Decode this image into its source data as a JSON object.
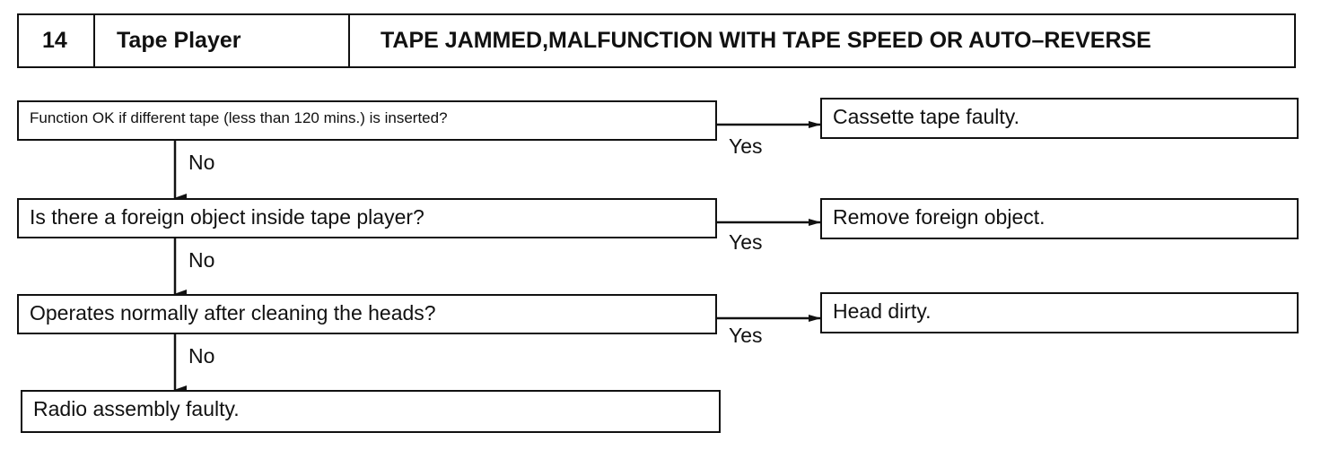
{
  "header": {
    "number": "14",
    "category": "Tape Player",
    "title": "TAPE JAMMED,MALFUNCTION WITH TAPE SPEED OR AUTO–REVERSE"
  },
  "steps": [
    {
      "question": "Function OK if different tape (less than 120 mins.) is inserted?",
      "yes_label": "Yes",
      "result": "Cassette tape faulty.",
      "no_label": "No"
    },
    {
      "question": "Is there a foreign object inside tape player?",
      "yes_label": "Yes",
      "result": "Remove foreign object.",
      "no_label": "No"
    },
    {
      "question": "Operates normally after cleaning the heads?",
      "yes_label": "Yes",
      "result": "Head dirty.",
      "no_label": "No"
    }
  ],
  "final": "Radio assembly faulty."
}
